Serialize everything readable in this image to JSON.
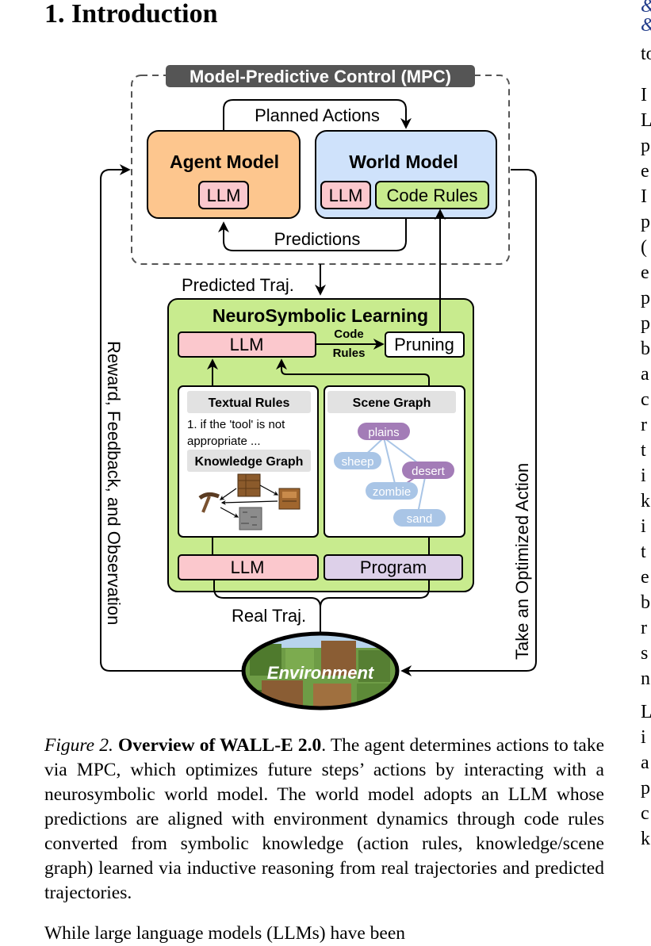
{
  "section": {
    "heading": "1. Introduction"
  },
  "figure": {
    "mpc_title": "Model-Predictive Control (MPC)",
    "planned_actions": "Planned Actions",
    "predictions": "Predictions",
    "agent_model": {
      "title": "Agent Model",
      "llm": "LLM"
    },
    "world_model": {
      "title": "World Model",
      "llm": "LLM",
      "code_rules": "Code Rules"
    },
    "predicted_traj": "Predicted Traj.",
    "nsl": {
      "title": "NeuroSymbolic Learning",
      "llm_top": "LLM",
      "code_label_1": "Code",
      "code_label_2": "Rules",
      "pruning": "Pruning",
      "textual_rules": {
        "title": "Textual Rules",
        "line1": "1. if the 'tool' is not",
        "line2": "appropriate ..."
      },
      "knowledge_graph": {
        "title": "Knowledge Graph"
      },
      "scene_graph": {
        "title": "Scene Graph",
        "nodes": [
          "plains",
          "sheep",
          "desert",
          "zombie",
          "sand"
        ]
      },
      "llm_bottom": "LLM",
      "program": "Program"
    },
    "real_traj": "Real Traj.",
    "environment": "Environment",
    "left_arrow_label": "Reward, Feedback, and Observation",
    "right_arrow_label": "Take an Optimized Action",
    "colors": {
      "agent_fill": "#fdc68e",
      "world_fill": "#cfe2fb",
      "llm_fill": "#fbc8cd",
      "code_rules_fill": "#c8eb8e",
      "nsl_fill": "#c8eb8e",
      "program_fill": "#ddd0e9",
      "mpc_title_bg": "#555555",
      "scene_purple": "#a37cb7",
      "scene_blue": "#a9c5e6"
    }
  },
  "caption": {
    "label": "Figure 2.",
    "title": "Overview of WALL-E 2.0",
    "body": ". The agent determines actions to take via MPC, which optimizes future steps’ actions by interacting with a neurosymbolic world model. The world model adopts an LLM whose predictions are aligned with environment dynamics through code rules converted from symbolic knowledge (action rules, knowledge/scene graph) learned via inductive reasoning from real trajectories and predicted trajectories."
  },
  "next_line": "While large language models (LLMs) have been",
  "right_column": [
    "&",
    "&",
    "to",
    "I",
    "L",
    "p",
    "e",
    "I",
    "p",
    "(",
    "e",
    "p",
    "p",
    "b",
    "a",
    "c",
    "r",
    "t",
    "i",
    "k",
    "i",
    "t",
    "e",
    "b",
    "r",
    "s",
    "n",
    "L",
    "i",
    "a",
    "p",
    "c",
    "k"
  ]
}
